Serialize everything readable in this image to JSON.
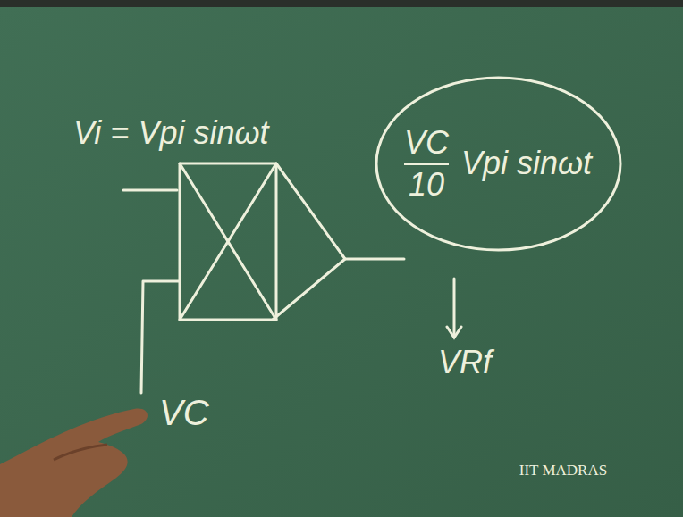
{
  "diagram": {
    "nodes": [
      {
        "text": [
          "VC",
          "10",
          "Vpi sinωt"
        ]
      }
    ],
    "labels": [
      "Vi = Vpi sinωt",
      "VC",
      "VRf",
      "IIT MADRAS"
    ]
  }
}
